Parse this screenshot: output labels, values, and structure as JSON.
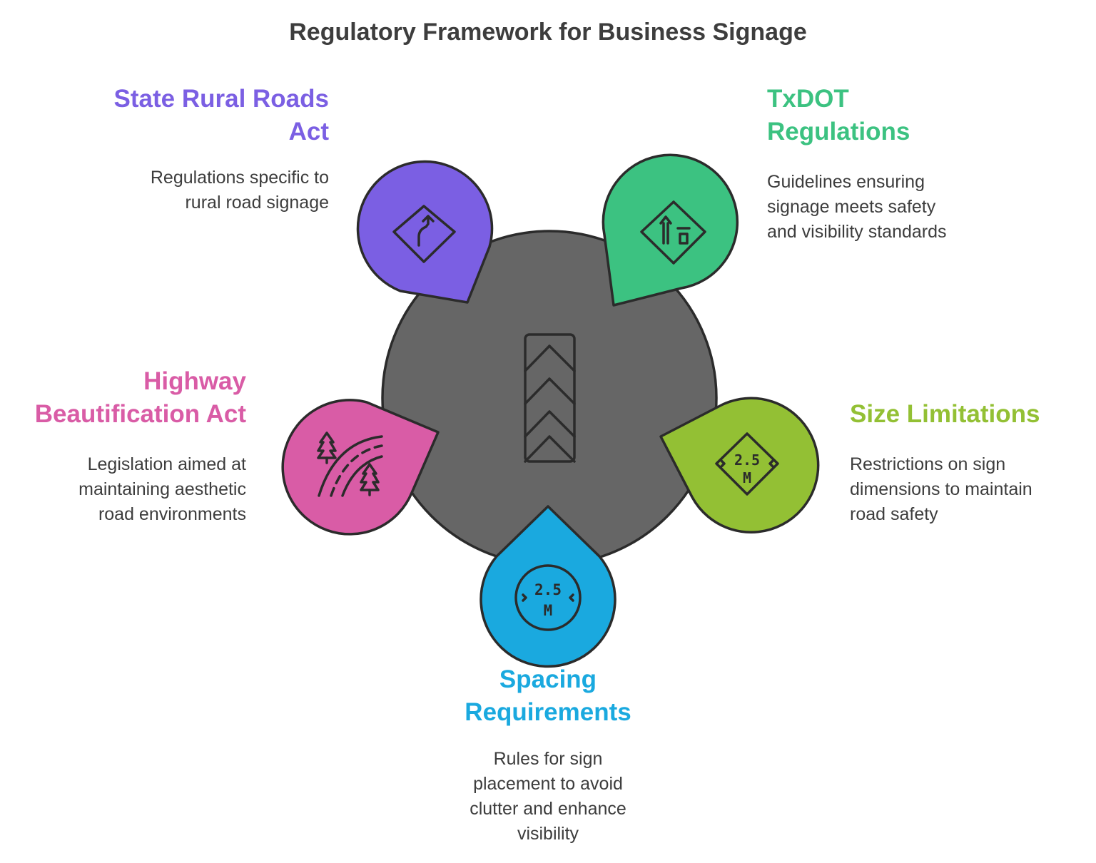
{
  "title": "Regulatory Framework for Business Signage",
  "colors": {
    "center": "#666666",
    "outline": "#2b2b2b",
    "state_rural_roads": "#7b5fe3",
    "txdot": "#3cc281",
    "highway_beautification": "#d95ca6",
    "size_limitations": "#93c034",
    "spacing": "#1aa9df"
  },
  "items": {
    "state_rural_roads": {
      "heading": [
        "State Rural Roads",
        "Act"
      ],
      "description": [
        "Regulations specific to",
        "rural road signage"
      ],
      "icon": "curved-road-sign-icon"
    },
    "txdot": {
      "heading": [
        "TxDOT",
        "Regulations"
      ],
      "description": [
        "Guidelines ensuring",
        "signage meets safety",
        "and visibility standards"
      ],
      "icon": "lane-sign-icon"
    },
    "highway_beautification": {
      "heading": [
        "Highway",
        "Beautification Act"
      ],
      "description": [
        "Legislation aimed at",
        "maintaining aesthetic",
        "road environments"
      ],
      "icon": "road-trees-icon"
    },
    "size_limitations": {
      "heading": [
        "Size Limitations"
      ],
      "description": [
        "Restrictions on sign",
        "dimensions to maintain",
        "road safety"
      ],
      "icon": "height-limit-diamond-icon",
      "icon_text": [
        "2.5",
        "M"
      ]
    },
    "spacing": {
      "heading": [
        "Spacing",
        "Requirements"
      ],
      "description": [
        "Rules for sign",
        "placement to avoid",
        "clutter and enhance",
        "visibility"
      ],
      "icon": "height-limit-circle-icon",
      "icon_text": [
        "2.5",
        "M"
      ]
    }
  },
  "center_icon": "chevron-road-icon"
}
